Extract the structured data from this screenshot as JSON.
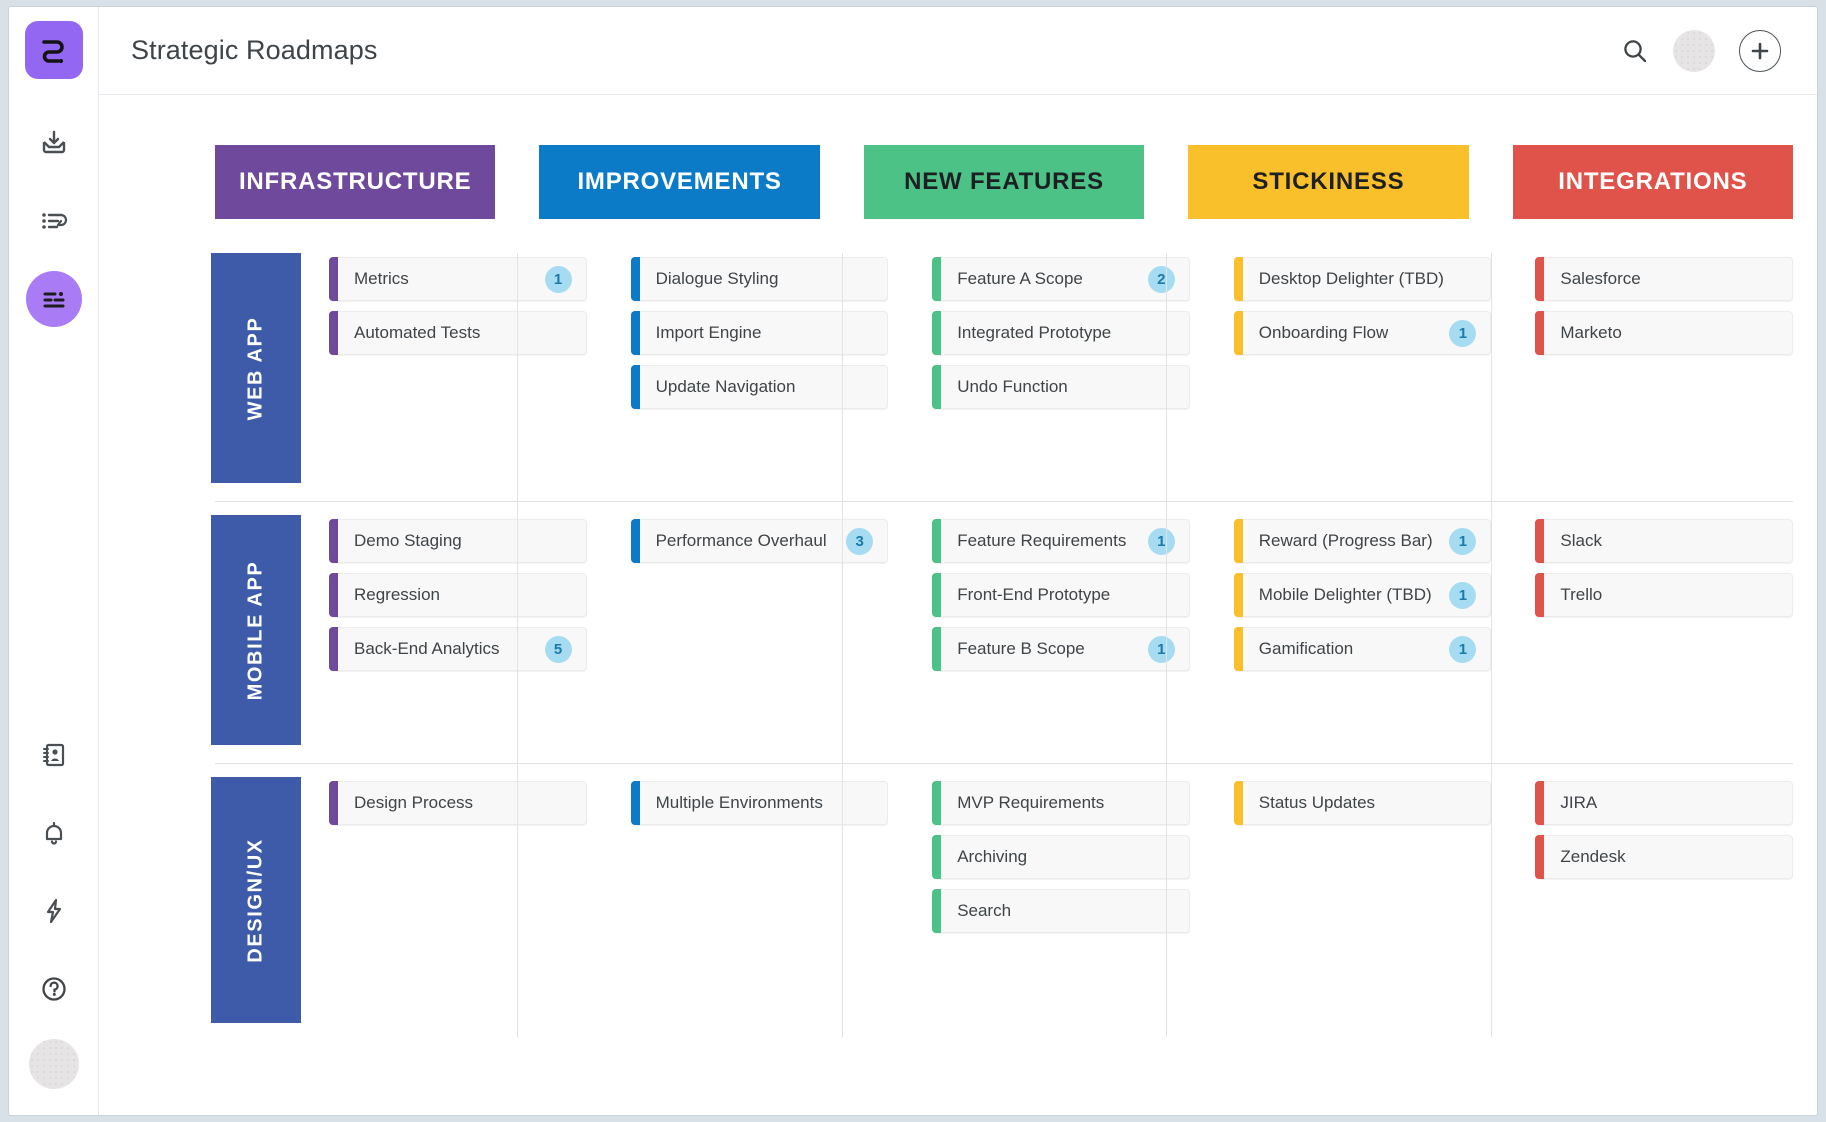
{
  "app": {
    "logo_icon": "roadmunk-logo-icon"
  },
  "rail": {
    "items": [
      {
        "icon": "inbox-download-icon",
        "name": "inbox"
      },
      {
        "icon": "list-reorder-icon",
        "name": "list"
      },
      {
        "icon": "roadmap-lines-icon",
        "name": "roadmaps",
        "active": true
      }
    ],
    "bottom_items": [
      {
        "icon": "address-book-icon",
        "name": "contacts"
      },
      {
        "icon": "bell-icon",
        "name": "notifications"
      },
      {
        "icon": "lightning-bolt-icon",
        "name": "activity"
      },
      {
        "icon": "help-circle-icon",
        "name": "help"
      }
    ],
    "avatar_name": "user-avatar"
  },
  "header": {
    "title": "Strategic Roadmaps",
    "search_icon": "search-icon",
    "avatar_icon": "account-avatar",
    "add_icon": "plus-icon"
  },
  "board": {
    "columns": [
      {
        "label": "INFRASTRUCTURE",
        "color": "#6f4a9c",
        "text_color": "#ffffff"
      },
      {
        "label": "IMPROVEMENTS",
        "color": "#0b7bc8",
        "text_color": "#ffffff"
      },
      {
        "label": "NEW FEATURES",
        "color": "#4cc286",
        "text_color": "#1d2023"
      },
      {
        "label": "STICKINESS",
        "color": "#fac02b",
        "text_color": "#1d2023"
      },
      {
        "label": "INTEGRATIONS",
        "color": "#e0534a",
        "text_color": "#ffffff"
      }
    ],
    "badge_bg": "#a5dcf2",
    "badge_fg": "#1b7aa8",
    "row_label_color": "#3d5ba9",
    "rows": [
      {
        "label": "WEB APP",
        "cells": [
          [
            {
              "title": "Metrics",
              "badge": "1"
            },
            {
              "title": "Automated Tests",
              "badge": null
            }
          ],
          [
            {
              "title": "Dialogue Styling",
              "badge": null
            },
            {
              "title": "Import Engine",
              "badge": null
            },
            {
              "title": "Update Navigation",
              "badge": null
            }
          ],
          [
            {
              "title": "Feature A Scope",
              "badge": "2"
            },
            {
              "title": "Integrated Prototype",
              "badge": null
            },
            {
              "title": "Undo Function",
              "badge": null
            }
          ],
          [
            {
              "title": "Desktop Delighter (TBD)",
              "badge": null
            },
            {
              "title": "Onboarding Flow",
              "badge": "1"
            }
          ],
          [
            {
              "title": "Salesforce",
              "badge": null
            },
            {
              "title": "Marketo",
              "badge": null
            }
          ]
        ]
      },
      {
        "label": "MOBILE APP",
        "cells": [
          [
            {
              "title": "Demo Staging",
              "badge": null
            },
            {
              "title": "Regression",
              "badge": null
            },
            {
              "title": "Back-End Analytics",
              "badge": "5"
            }
          ],
          [
            {
              "title": "Performance Overhaul",
              "badge": "3"
            }
          ],
          [
            {
              "title": "Feature Requirements",
              "badge": "1"
            },
            {
              "title": "Front-End Prototype",
              "badge": null
            },
            {
              "title": "Feature B Scope",
              "badge": "1"
            }
          ],
          [
            {
              "title": "Reward (Progress Bar)",
              "badge": "1"
            },
            {
              "title": "Mobile Delighter (TBD)",
              "badge": "1"
            },
            {
              "title": "Gamification",
              "badge": "1"
            }
          ],
          [
            {
              "title": "Slack",
              "badge": null
            },
            {
              "title": "Trello",
              "badge": null
            }
          ]
        ]
      },
      {
        "label": "DESIGN/UX",
        "cells": [
          [
            {
              "title": "Design Process",
              "badge": null
            }
          ],
          [
            {
              "title": "Multiple Environments",
              "badge": null
            }
          ],
          [
            {
              "title": "MVP Requirements",
              "badge": null
            },
            {
              "title": "Archiving",
              "badge": null
            },
            {
              "title": "Search",
              "badge": null
            }
          ],
          [
            {
              "title": "Status Updates",
              "badge": null
            }
          ],
          [
            {
              "title": "JIRA",
              "badge": null
            },
            {
              "title": "Zendesk",
              "badge": null
            }
          ]
        ]
      }
    ]
  }
}
